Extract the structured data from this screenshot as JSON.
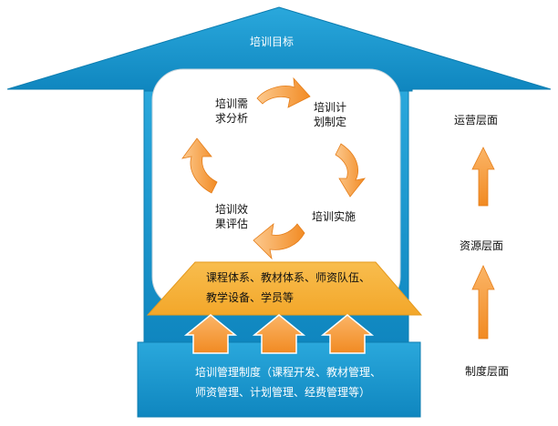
{
  "diagram": {
    "roof_title": "培训目标",
    "cycle": {
      "needs_analysis": [
        "培训需",
        "求分析"
      ],
      "plan_making": [
        "培训计",
        "划制定"
      ],
      "implementation": "培训实施",
      "evaluation": [
        "培训效",
        "果评估"
      ]
    },
    "resources_box": [
      "课程体系、教材体系、师资队伍、",
      "教学设备、学员等"
    ],
    "foundation_box": [
      "培训管理制度（课程开发、教材管理、",
      "师资管理、计划管理、经费管理等）"
    ],
    "levels": {
      "top": "运营层面",
      "middle": "资源层面",
      "bottom": "制度层面"
    },
    "colors": {
      "blue": "#1a9ad3",
      "blue_dark": "#0e7fb3",
      "orange": "#f7a541",
      "orange_light": "#fbc487",
      "resources_fill": "#f5b23b"
    }
  }
}
